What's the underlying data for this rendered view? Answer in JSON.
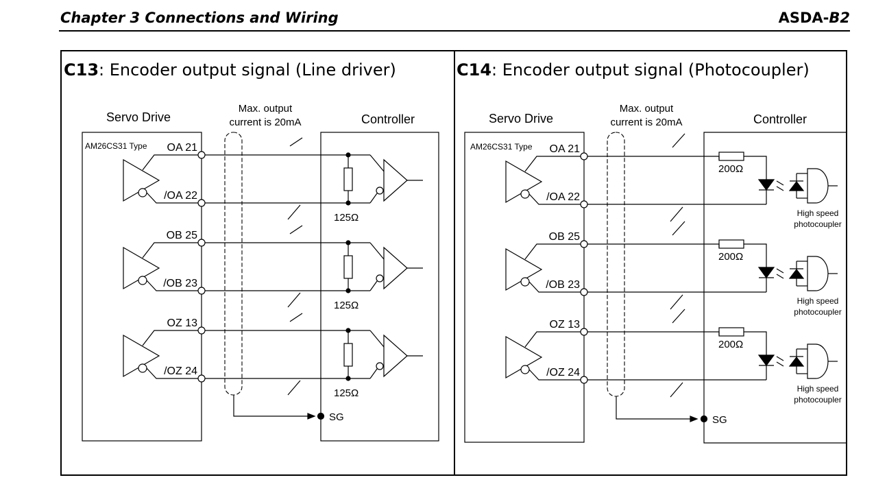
{
  "header": {
    "chapter": "Chapter 3  Connections and Wiring",
    "model_prefix": "ASDA-",
    "model_suffix": "B2"
  },
  "panels": [
    {
      "code": "C13",
      "title": ": Encoder output signal (Line driver)",
      "drive_label": "Servo Drive",
      "driver_type": "AM26CS31 Type",
      "max_output": "Max. output",
      "current": "current is 20mA",
      "controller_label": "Controller",
      "pins": [
        "OA 21",
        "/OA 22",
        "OB 25",
        "/OB 23",
        "OZ 13",
        "/OZ 24"
      ],
      "resistor": "125Ω",
      "ground": "SG"
    },
    {
      "code": "C14",
      "title": ": Encoder output signal (Photocoupler)",
      "drive_label": "Servo Drive",
      "driver_type": "AM26CS31 Type",
      "max_output": "Max. output",
      "current": "current is 20mA",
      "controller_label": "Controller",
      "pins": [
        "OA 21",
        "/OA 22",
        "OB 25",
        "/OB 23",
        "OZ 13",
        "/OZ 24"
      ],
      "resistor": "200Ω",
      "coupler_line1": "High speed",
      "coupler_line2": "photocoupler",
      "ground": "SG"
    }
  ]
}
